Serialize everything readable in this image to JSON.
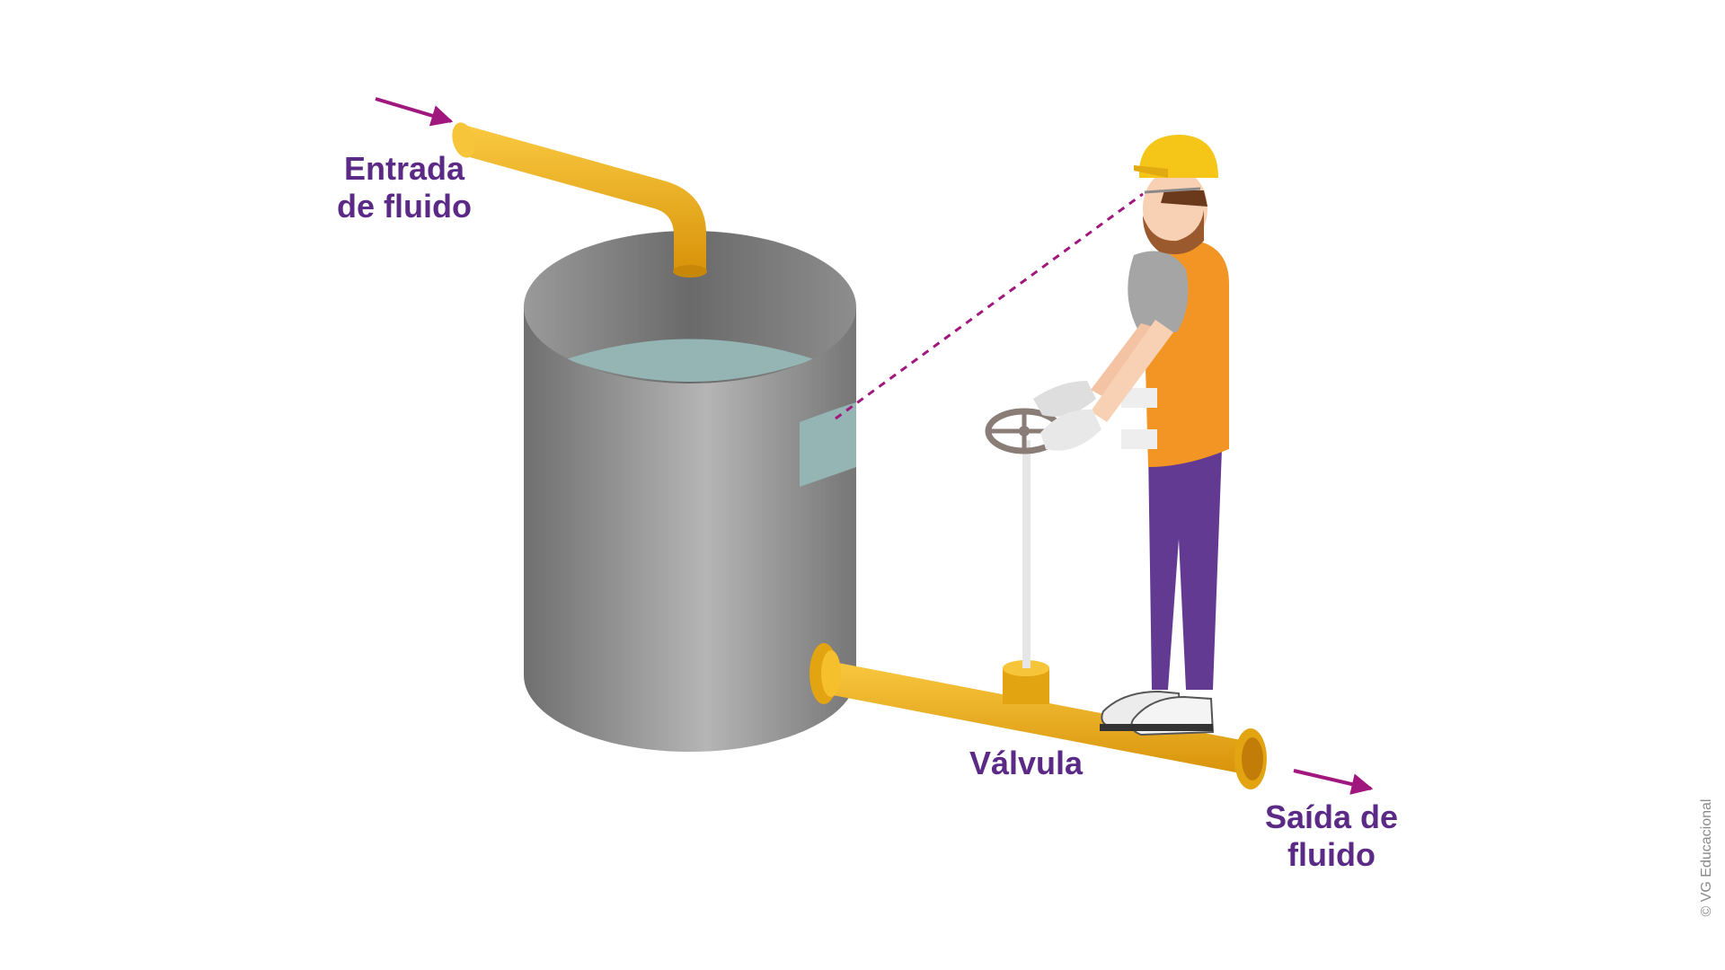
{
  "labels": {
    "inlet_line1": "Entrada",
    "inlet_line2": "de fluido",
    "outlet_line1": "Saída de",
    "outlet_line2": "fluido",
    "valve": "Válvula"
  },
  "credit": "© VG Educacional",
  "colors": {
    "label_text": "#5b2a86",
    "arrow": "#a0177e",
    "pipe": "#f2b21a",
    "pipe_dark": "#d99a0b",
    "tank_gray": "#9c9c9c",
    "fluid": "#95b4b4",
    "vest": "#f29524",
    "pants": "#633a92",
    "helmet": "#f5c518"
  },
  "icons": [
    "tank",
    "inlet-pipe",
    "outlet-pipe",
    "valve-handwheel",
    "worker",
    "sight-line"
  ]
}
